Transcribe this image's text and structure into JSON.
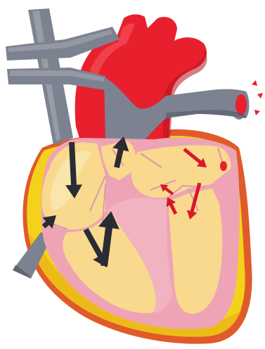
{
  "diagram": {
    "subject": "heart-cross-section",
    "colors": {
      "background": "#ffffff",
      "aorta": "#e8202e",
      "aorta_dark": "#b8121e",
      "aorta_light": "#f5606a",
      "vessel": "#7d8290",
      "vessel_dark": "#4e5260",
      "vessel_light": "#a9adb8",
      "outer_wall": "#f4d21c",
      "outer_wall_dark": "#e8a718",
      "pericardium_edge": "#e05a2a",
      "chamber": "#f8d98e",
      "chamber_light": "#fbe9b8",
      "septum": "#f2b3c0",
      "muscle": "#eea4b4",
      "valve_line": "#d89aa8",
      "deoxygenated_arrow": "#2a2c33",
      "oxygenated_arrow": "#d8182a"
    },
    "arrow_groups": [
      {
        "name": "deoxygenated-flow",
        "color_key": "deoxygenated_arrow",
        "count": 5
      },
      {
        "name": "oxygenated-flow",
        "color_key": "oxygenated_arrow",
        "count": 4
      }
    ]
  }
}
